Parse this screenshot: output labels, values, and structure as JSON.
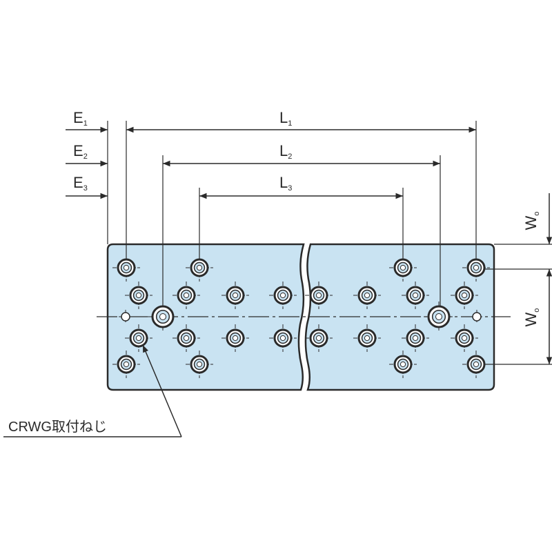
{
  "dimensions": {
    "E1": {
      "letter": "E",
      "sub": "1"
    },
    "E2": {
      "letter": "E",
      "sub": "2"
    },
    "E3": {
      "letter": "E",
      "sub": "3"
    },
    "L1": {
      "letter": "L",
      "sub": "1"
    },
    "L2": {
      "letter": "L",
      "sub": "2"
    },
    "L3": {
      "letter": "L",
      "sub": "3"
    },
    "W_upper": {
      "letter": "W",
      "sub": "o"
    },
    "W_lower": {
      "letter": "W",
      "sub": "o"
    }
  },
  "callout": {
    "label": "CRWG取付ねじ"
  },
  "colors": {
    "plate_fill": "#c9e3f2",
    "line": "#2a2a2a"
  }
}
